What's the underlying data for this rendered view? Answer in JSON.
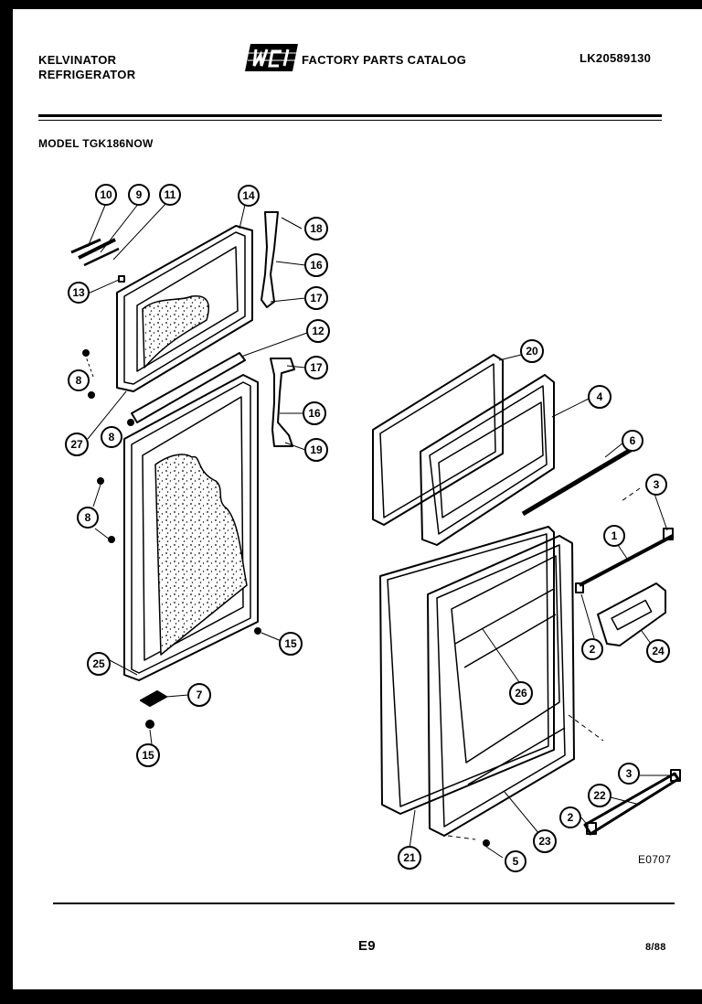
{
  "header": {
    "brand_line1": "KELVINATOR",
    "brand_line2": "REFRIGERATOR",
    "logo_text": "WCI",
    "catalog_title": "FACTORY PARTS CATALOG",
    "doc_number": "LK20589130"
  },
  "model_label": "MODEL TGK186NOW",
  "callouts": {
    "c10": "10",
    "c9": "9",
    "c11": "11",
    "c14": "14",
    "c18": "18",
    "c16a": "16",
    "c13": "13",
    "c17a": "17",
    "c12": "12",
    "c8a": "8",
    "c17b": "17",
    "c27": "27",
    "c8b": "8",
    "c16b": "16",
    "c19": "19",
    "c8c": "8",
    "c15a": "15",
    "c25": "25",
    "c7": "7",
    "c15b": "15",
    "c20": "20",
    "c4": "4",
    "c6": "6",
    "c3a": "3",
    "c1": "1",
    "c2a": "2",
    "c24": "24",
    "c26": "26",
    "c3b": "3",
    "c22": "22",
    "c2b": "2",
    "c23": "23",
    "c21": "21",
    "c5": "5"
  },
  "footer": {
    "diagram_code": "E0707",
    "page_number": "E9",
    "date": "8/88"
  },
  "colors": {
    "ink": "#000000",
    "paper": "#ffffff"
  }
}
